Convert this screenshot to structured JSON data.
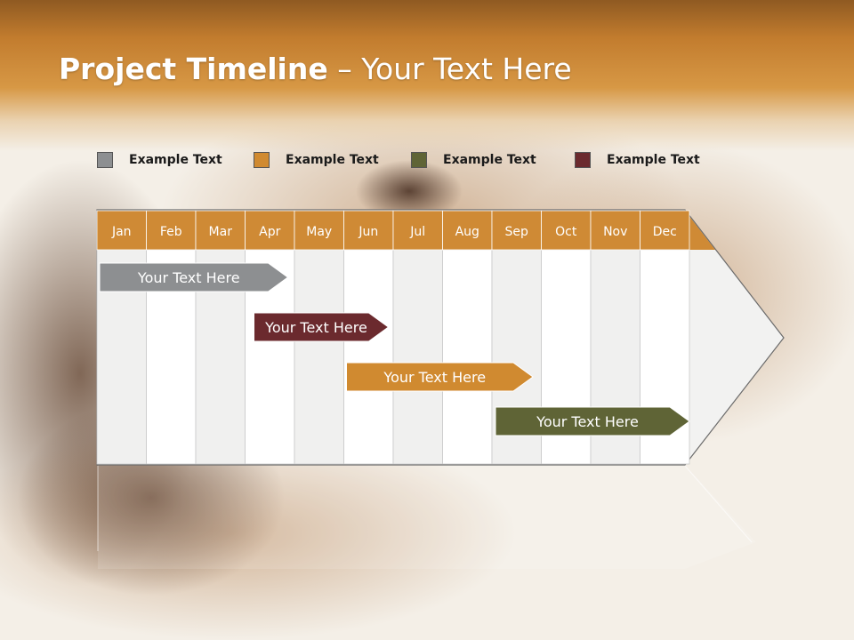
{
  "slide": {
    "title_bold": "Project Timeline",
    "title_rest": " – Your Text Here"
  },
  "legend": [
    {
      "label": "Example Text",
      "color": "#8d8f91"
    },
    {
      "label": "Example Text",
      "color": "#d08a30"
    },
    {
      "label": "Example Text",
      "color": "#5f6436"
    },
    {
      "label": "Example Text",
      "color": "#6b2a2e"
    }
  ],
  "timeline": {
    "months": [
      "Jan",
      "Feb",
      "Mar",
      "Apr",
      "May",
      "Jun",
      "Jul",
      "Aug",
      "Sep",
      "Oct",
      "Nov",
      "Dec"
    ],
    "header_color": "#cf8a35",
    "tasks": [
      {
        "label": "Your  Text Here",
        "start": "Jan",
        "end": "Apr",
        "color": "#8d8f91"
      },
      {
        "label": "Your  Text Here",
        "start": "Apr",
        "end": "Jun",
        "color": "#6b2a2e"
      },
      {
        "label": "Your  Text Here",
        "start": "Jun",
        "end": "Sep",
        "color": "#d08a30"
      },
      {
        "label": "Your  Text Here",
        "start": "Sep",
        "end": "Dec",
        "color": "#5f6436"
      }
    ]
  }
}
